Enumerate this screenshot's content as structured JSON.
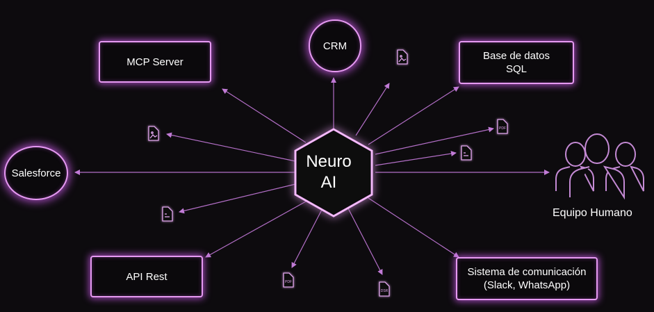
{
  "hub": {
    "label": "Neuro\nAI"
  },
  "nodes": {
    "crm": "CRM",
    "mcp_server": "MCP Server",
    "database": "Base de datos\nSQL",
    "salesforce": "Salesforce",
    "api_rest": "API Rest",
    "communication": "Sistema de comunicación\n(Slack, WhatsApp)",
    "team": "Equipo Humano"
  },
  "file_badges": [
    "PDF",
    "PDF",
    "DSR"
  ],
  "colors": {
    "background": "#0d0b0e",
    "accent": "#e69af2",
    "glow": "#c85ae6",
    "line": "#b36fc7",
    "text": "#ffffff"
  }
}
